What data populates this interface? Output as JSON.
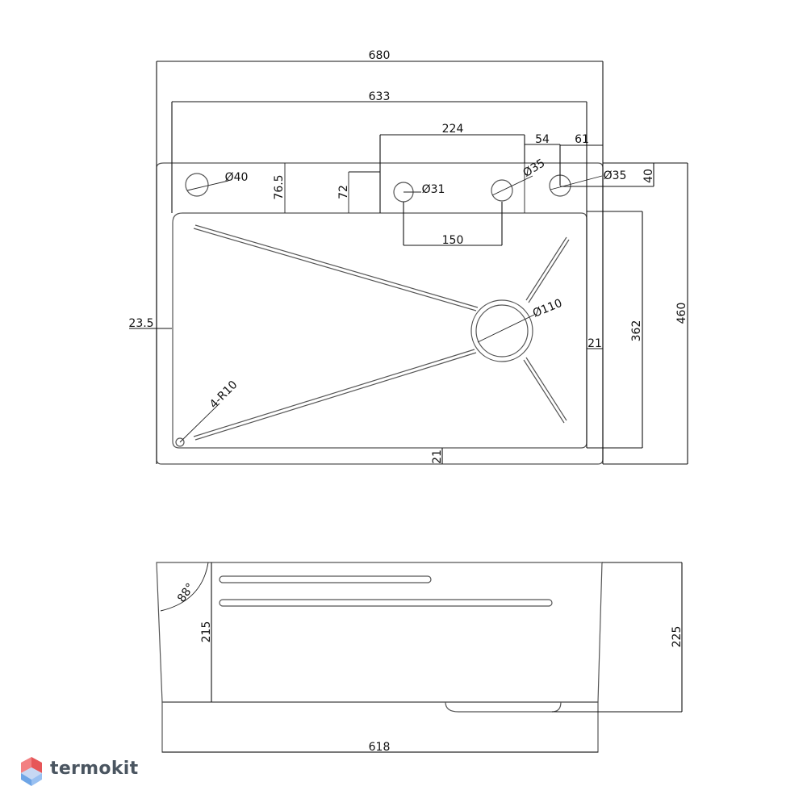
{
  "top_view": {
    "width": "680",
    "inner_width": "633",
    "tap_zone": "224",
    "offset_54": "54",
    "offset_61": "61",
    "hole_40": "Ø40",
    "ledge_76": "76.5",
    "ledge_72": "72",
    "hole_31": "Ø31",
    "hole_35a": "Ø35",
    "hole_35b": "Ø35",
    "hole_offset_40": "40",
    "hole_spacing": "150",
    "drain": "Ø110",
    "left_margin": "23.5",
    "right_margin": "21",
    "bowl_depth": "362",
    "total_depth": "460",
    "corner_radius": "4-R10",
    "bottom_margin": "21"
  },
  "side_view": {
    "angle": "88°",
    "inner_height": "215",
    "total_height": "225",
    "base_width": "618"
  },
  "brand": {
    "name": "termokit",
    "color_text": "#4a5560",
    "color_red": "#e2383b",
    "color_blue": "#4a8fe0"
  }
}
